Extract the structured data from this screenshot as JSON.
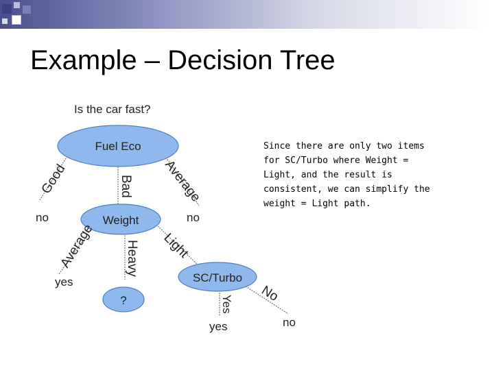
{
  "slide": {
    "title": "Example – Decision Tree",
    "note": "Since there are only two items for SC/Turbo where Weight = Light, and the result is consistent, we can simplify the weight = Light path."
  },
  "diagram": {
    "root_question": "Is the car fast?",
    "nodes": {
      "fuel_eco": "Fuel Eco",
      "weight": "Weight",
      "sc_turbo": "SC/Turbo",
      "unknown": "?"
    },
    "edges": {
      "good": "Good",
      "bad": "Bad",
      "average_fuel": "Average",
      "average_weight": "Average",
      "heavy": "Heavy",
      "light": "Light",
      "no_turbo": "No",
      "yes_turbo": "Yes"
    },
    "leaves": {
      "good_no": "no",
      "average_no": "no",
      "weight_average_yes": "yes",
      "turbo_yes": "yes",
      "turbo_no": "no"
    },
    "colors": {
      "node_fill": "#8fb8ec",
      "node_stroke": "#4d7fc4",
      "edge": "#555555"
    }
  }
}
